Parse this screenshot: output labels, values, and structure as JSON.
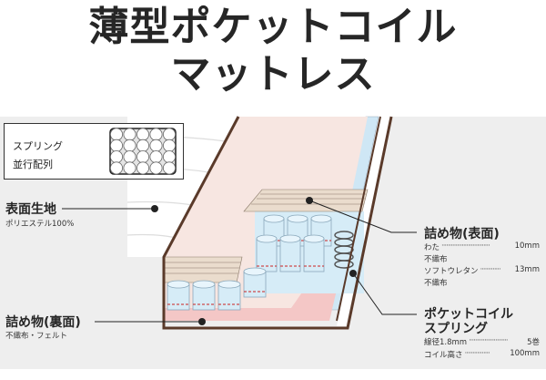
{
  "title": {
    "line1": "薄型ポケットコイル",
    "line2": "マットレス"
  },
  "legend": {
    "label_line1": "スプリング",
    "label_line2": "並行配列",
    "grid_rows": 4,
    "grid_cols": 5
  },
  "callouts": {
    "surface_fabric": {
      "title": "表面生地",
      "detail": "ポリエステル100%"
    },
    "back_padding": {
      "title": "詰め物(裏面)",
      "detail": "不織布・フェルト"
    },
    "top_padding": {
      "title": "詰め物(表面)",
      "rows": [
        {
          "name": "わた",
          "dots": "·······························",
          "value": "10mm"
        },
        {
          "name": "不織布",
          "dots": "",
          "value": ""
        },
        {
          "name": "ソフトウレタン",
          "dots": "·············",
          "value": "13mm"
        },
        {
          "name": "不織布",
          "dots": "",
          "value": ""
        }
      ]
    },
    "pocket_coil": {
      "title_line1": "ポケットコイル",
      "title_line2": "スプリング",
      "rows": [
        {
          "name": "線径1.8mm",
          "dots": "·························",
          "value": "5巻"
        },
        {
          "name": "コイル高さ",
          "dots": "················",
          "value": "100mm"
        }
      ]
    }
  },
  "colors": {
    "frame_brown": "#5a3a2a",
    "fabric_pink": "#f7e6e1",
    "coil_blue": "#d6ecf7",
    "stitch_red": "#cc2222",
    "panel_gray": "#eeeeee"
  }
}
